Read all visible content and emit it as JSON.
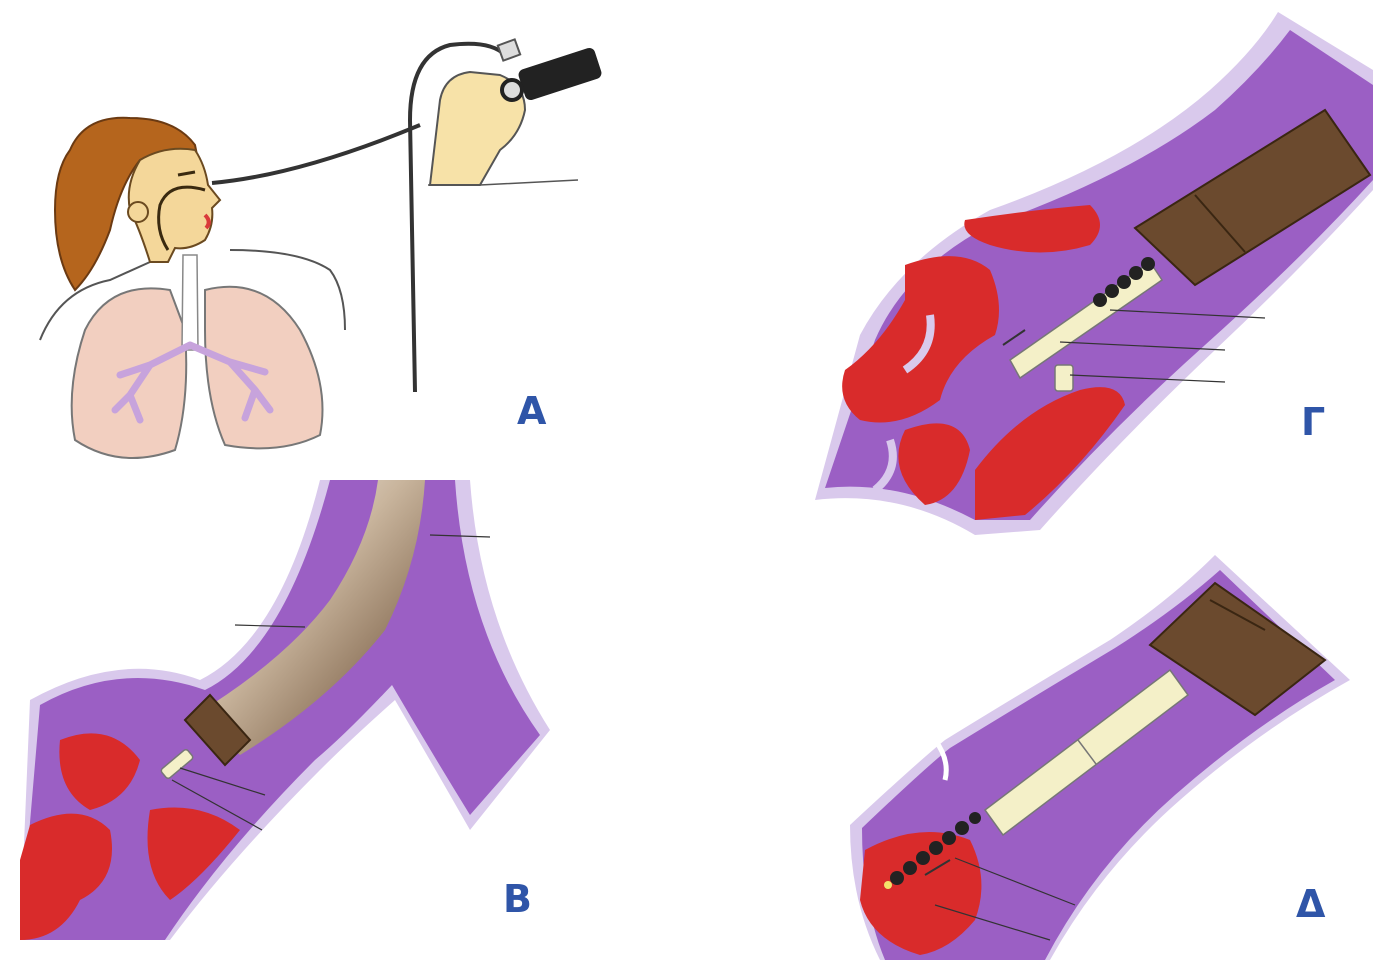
{
  "panels": [
    {
      "id": "A",
      "label": "A"
    },
    {
      "id": "G",
      "label": "Γ"
    },
    {
      "id": "B",
      "label": "B"
    },
    {
      "id": "D",
      "label": "Δ"
    }
  ],
  "colors": {
    "mucosa": "#9b5fc4",
    "mucosa_edge": "#d9c9ec",
    "tissue_red": "#d92b2b",
    "scope": "#6b4a2e",
    "catheter": "#f4f0c8",
    "lung": "#f2cfc0",
    "skin": "#f4d79a",
    "hair": "#b5651d",
    "label": "#2f55a8"
  }
}
